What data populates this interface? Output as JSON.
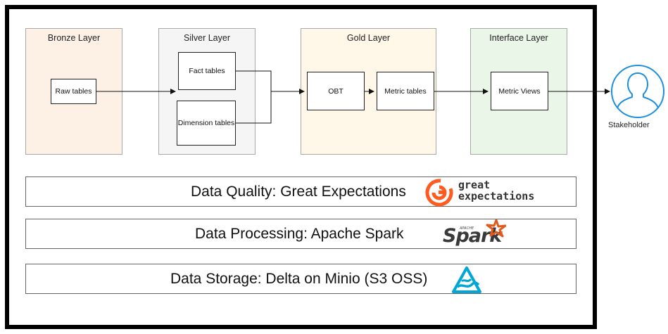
{
  "layers": {
    "bronze": {
      "title": "Bronze Layer",
      "boxes": [
        "Raw tables"
      ],
      "fill": "#fdf1e6"
    },
    "silver": {
      "title": "Silver Layer",
      "boxes": [
        "Fact tables",
        "Dimension tables"
      ],
      "fill": "#f5f5f5"
    },
    "gold": {
      "title": "Gold Layer",
      "boxes": [
        "OBT",
        "Metric tables"
      ],
      "fill": "#fff8e8"
    },
    "interface": {
      "title": "Interface Layer",
      "boxes": [
        "Metric Views"
      ],
      "fill": "#eaf6e8"
    }
  },
  "stakeholder": {
    "label": "Stakeholder",
    "icon": "person-icon",
    "color": "#1e8fe0"
  },
  "bars": {
    "quality": {
      "text": "Data Quality: Great Expectations",
      "logo": "great-expectations-logo",
      "logo_text_1": "great",
      "logo_text_2": "expectations",
      "logo_color": "#ff5a1f"
    },
    "processing": {
      "text": "Data Processing: Apache Spark",
      "logo": "apache-spark-logo",
      "logo_text": "Spark",
      "logo_small": "APACHE",
      "logo_color": "#e25a1c"
    },
    "storage": {
      "text": "Data Storage: Delta on Minio (S3 OSS)",
      "logo": "delta-lake-logo",
      "logo_color": "#00a6d6"
    }
  }
}
